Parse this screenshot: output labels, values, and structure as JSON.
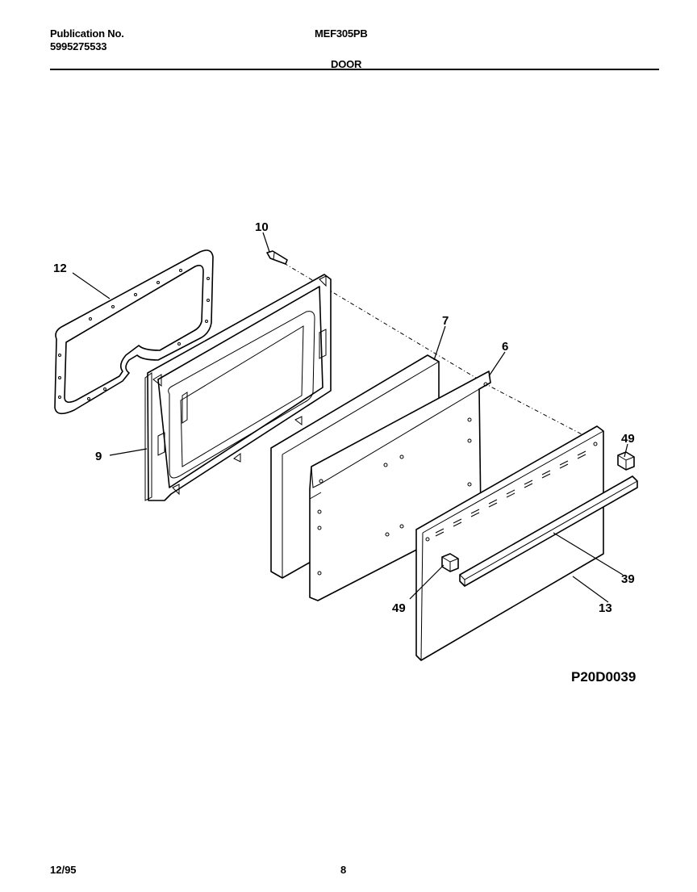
{
  "header": {
    "publication_label": "Publication No.",
    "publication_number": "5995275533",
    "model": "MEF305PB",
    "section": "DOOR"
  },
  "diagram": {
    "callouts": {
      "c10": "10",
      "c12": "12",
      "c7": "7",
      "c6": "6",
      "c9": "9",
      "c49a": "49",
      "c39": "39",
      "c49b": "49",
      "c13": "13"
    },
    "figure_code": "P20D0039"
  },
  "footer": {
    "date": "12/95",
    "page": "8"
  }
}
